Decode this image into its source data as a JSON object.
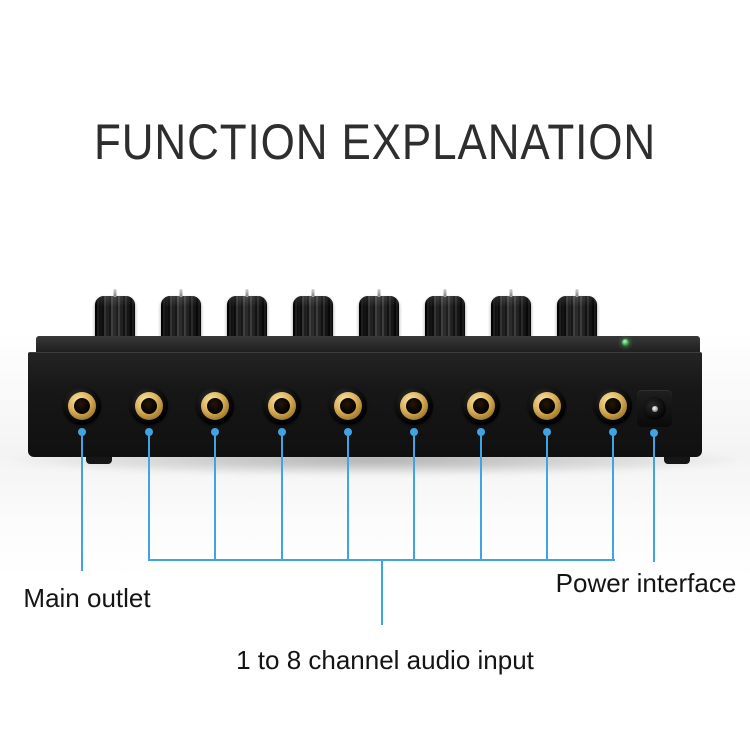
{
  "title": "FUNCTION EXPLANATION",
  "device": {
    "description": "black 8-channel mini audio mixer, rear panel view",
    "knob_count": 8,
    "input_jack_count": 8,
    "main_outlet_jack_count": 1,
    "has_power_jack": true,
    "has_power_led": true
  },
  "callouts": {
    "main_outlet": {
      "label": "Main outlet",
      "points_to": "leftmost audio jack"
    },
    "channel_inputs": {
      "label": "1 to 8 channel audio input",
      "points_to": "eight audio jacks"
    },
    "power_interface": {
      "label": "Power interface",
      "points_to": "DC power jack"
    }
  },
  "colors": {
    "callout_line": "#3fa3e4",
    "label_text": "#141414",
    "title_text": "#2e2e2e",
    "device_body": "#1a1a1a",
    "jack_gold": "#d9ae58",
    "led_green": "#3da14a",
    "background": "#ffffff"
  }
}
